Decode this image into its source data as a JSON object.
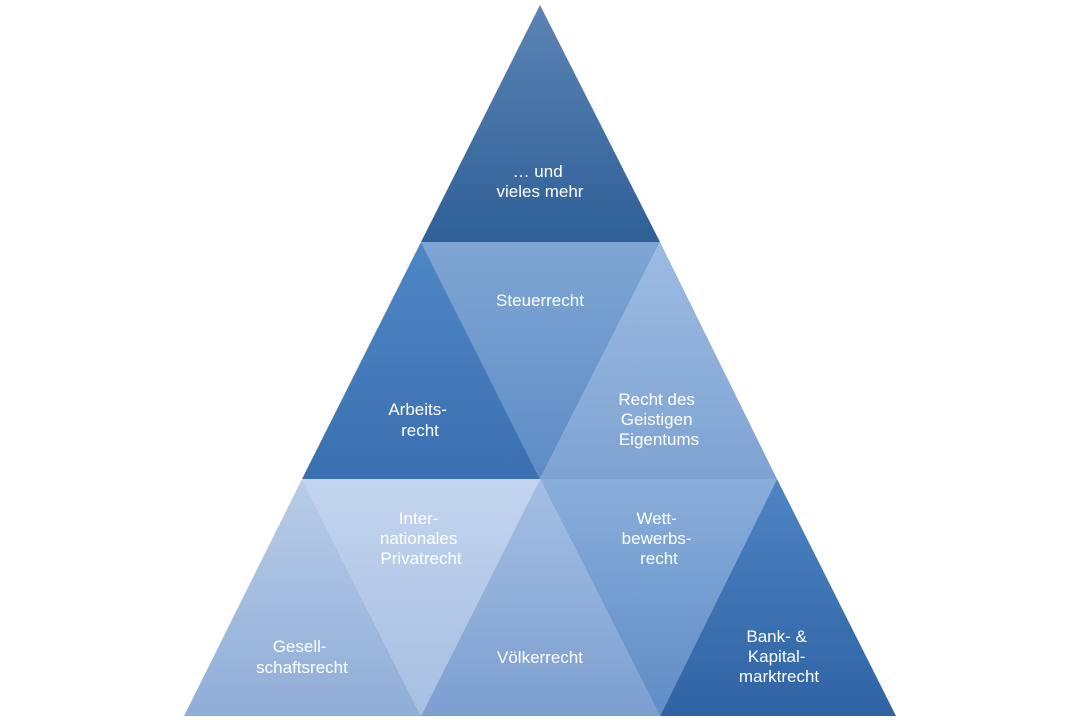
{
  "pyramid": {
    "top": {
      "lines": [
        "… und",
        "vieles mehr"
      ],
      "color": "#3d6ea5"
    },
    "middle": {
      "steuerrecht": {
        "lines": [
          "Steuerrecht"
        ],
        "color": "#6e9bcd"
      },
      "arbeitsrecht": {
        "lines": [
          "Arbeits-",
          "recht"
        ],
        "color": "#4a7ebd"
      },
      "geistiges_eigentum": {
        "lines": [
          "Recht des",
          "Geistigen",
          "Eigentums"
        ],
        "color": "#8fb0da"
      }
    },
    "bottom": {
      "gesellschaftsrecht": {
        "lines": [
          "Gesell-",
          "schaftsrecht"
        ],
        "color": "#a8c1e4"
      },
      "iprivatrecht": {
        "lines": [
          "Inter-",
          "nationales",
          "Privatrecht"
        ],
        "color": "#b3c9e7"
      },
      "voelkerrecht": {
        "lines": [
          "Völkerrecht"
        ],
        "color": "#8fb0da"
      },
      "wettbewerbsrecht": {
        "lines": [
          "Wett-",
          "bewerbs-",
          "recht"
        ],
        "color": "#7ba3d4"
      },
      "kapitalmarktrecht": {
        "lines": [
          "Bank- &",
          "Kapital-",
          "marktrecht"
        ],
        "color": "#3f77b8"
      }
    }
  }
}
